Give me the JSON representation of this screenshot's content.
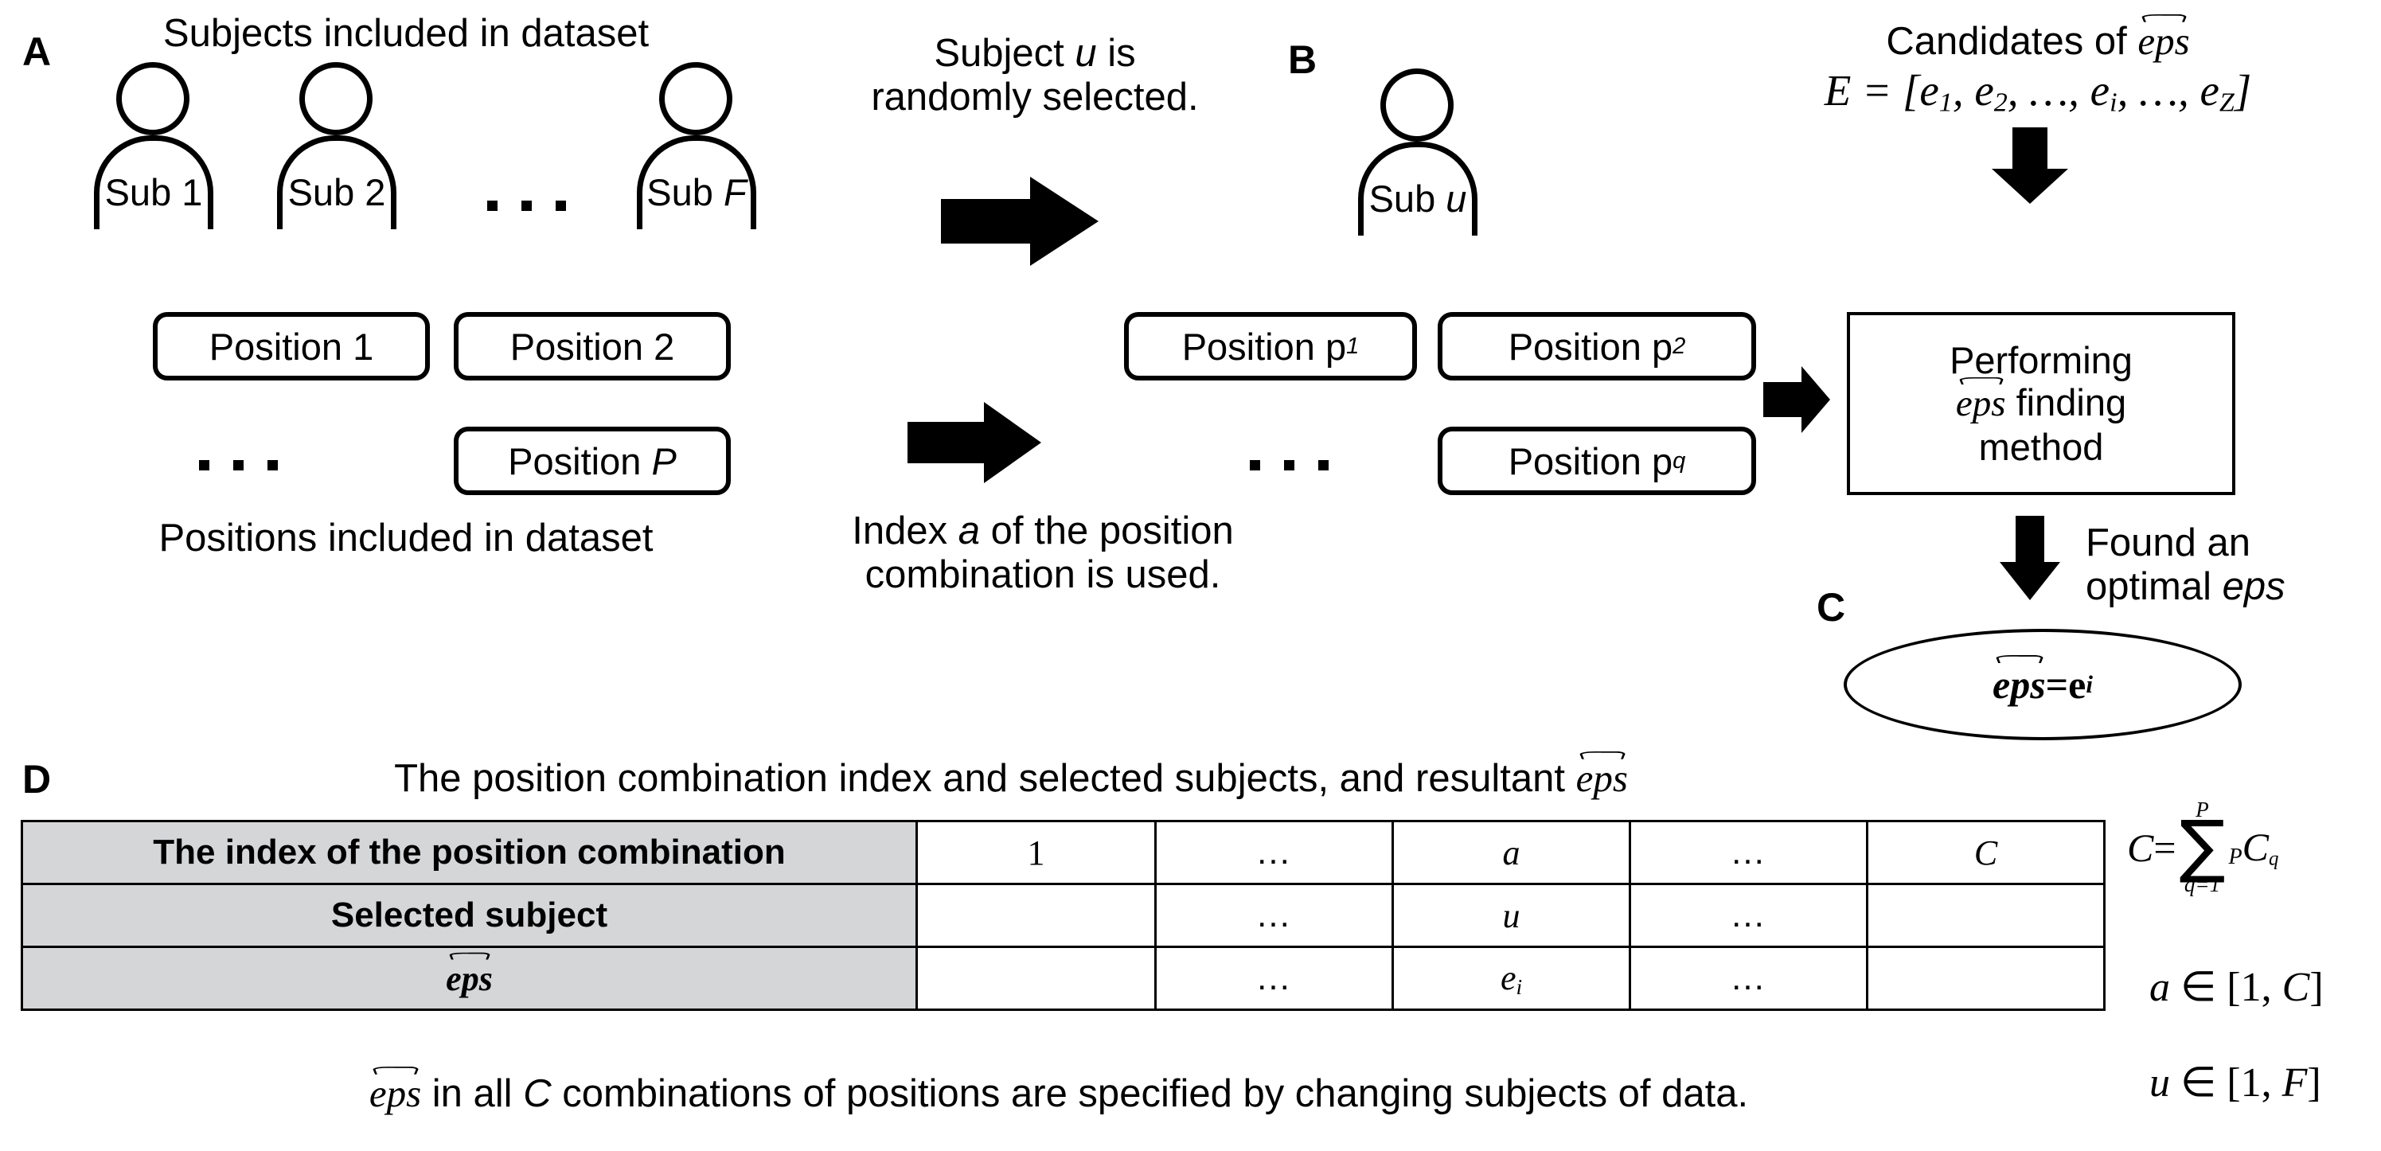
{
  "panels": {
    "a": {
      "letter": "A",
      "title": "Subjects included in dataset",
      "footer": "Positions included in dataset"
    },
    "b": {
      "letter": "B"
    },
    "c": {
      "letter": "C"
    },
    "d": {
      "letter": "D",
      "title_prefix": "The position combination index and selected subjects, and resultant ",
      "title_math": "eps"
    }
  },
  "subjects": [
    {
      "label_prefix": "Sub ",
      "label_var": "1",
      "italic": false
    },
    {
      "label_prefix": "Sub ",
      "label_var": "2",
      "italic": false
    },
    {
      "label_prefix": "Sub ",
      "label_var": "F",
      "italic": true
    }
  ],
  "selected_subject": {
    "label_prefix": "Sub ",
    "label_var": "u",
    "italic": true
  },
  "positions_a": [
    {
      "text": "Position 1"
    },
    {
      "text": "Position 2"
    },
    {
      "text": "Position P",
      "italic_tail": "P"
    }
  ],
  "positions_b": [
    {
      "base": "Position p",
      "sub": "1"
    },
    {
      "base": "Position p",
      "sub": "2"
    },
    {
      "base": "Position p",
      "sub": "q"
    }
  ],
  "annotations": {
    "subject_random": "Subject u is\nrandomly selected.",
    "subject_random_line1a": "Subject ",
    "subject_random_line1b": "u",
    "subject_random_line1c": " is",
    "subject_random_line2": "randomly selected.",
    "index_used_line1a": "Index ",
    "index_used_line1b": "a",
    "index_used_line1c": " of the position",
    "index_used_line2": "combination is used.",
    "candidates_title_prefix": "Candidates of ",
    "candidates_title_math": "eps",
    "candidates_formula": "E = [e1, e2, ..., ei, ..., eZ]",
    "found_line1": "Found an",
    "found_line2a": "optimal ",
    "found_line2b": "eps"
  },
  "method_box": {
    "line1": "Performing",
    "line2_math": "eps",
    "line2_tail": " finding",
    "line3": "method"
  },
  "result_ellipse": {
    "math": "eps",
    "equals": " = ",
    "value_base": "e",
    "value_sub": "i"
  },
  "table": {
    "rows": [
      {
        "header": "The index of the position combination",
        "header_is_math": false,
        "cells": [
          "1",
          "...",
          "a",
          "...",
          "C"
        ],
        "cell_styles": [
          "plain",
          "ell",
          "ital",
          "ell",
          "ital"
        ]
      },
      {
        "header": "Selected subject",
        "header_is_math": false,
        "cells": [
          "",
          "...",
          "u",
          "...",
          ""
        ],
        "cell_styles": [
          "plain",
          "ell",
          "ital",
          "ell",
          "plain"
        ]
      },
      {
        "header": "eps",
        "header_is_math": true,
        "cells": [
          "",
          "...",
          "ei",
          "...",
          ""
        ],
        "cell_styles": [
          "plain",
          "ell",
          "ital-sub",
          "ell",
          "plain"
        ]
      }
    ],
    "caption_math": "eps",
    "caption_rest": " in all C combinations of positions are specified by changing subjects of data.",
    "caption_rest_a": " in all ",
    "caption_rest_var": "C",
    "caption_rest_b": " combinations of positions are specified by changing subjects of data."
  },
  "formulas": {
    "combination_lhs": "C",
    "combination_eq": " = ",
    "sigma_top": "P",
    "sigma_bot": "q=1",
    "sigma_term_pre": "P",
    "sigma_term_c": "C",
    "sigma_term_sub": "q",
    "range_a": "a ∈ [1, C]",
    "range_a_var": "a",
    "range_a_in": " ∈ [1, ",
    "range_a_hi": "C",
    "range_a_end": "]",
    "range_u_var": "u",
    "range_u_in": " ∈ [1, ",
    "range_u_hi": "F",
    "range_u_end": "]"
  },
  "colors": {
    "header_fill": "#d4d6d8",
    "stroke": "#000000",
    "background": "#ffffff"
  },
  "icons": {
    "arrow_right": "right-arrow-icon",
    "arrow_down": "down-arrow-icon",
    "ellipsis": "ellipsis-dots-icon",
    "person": "person-icon"
  }
}
